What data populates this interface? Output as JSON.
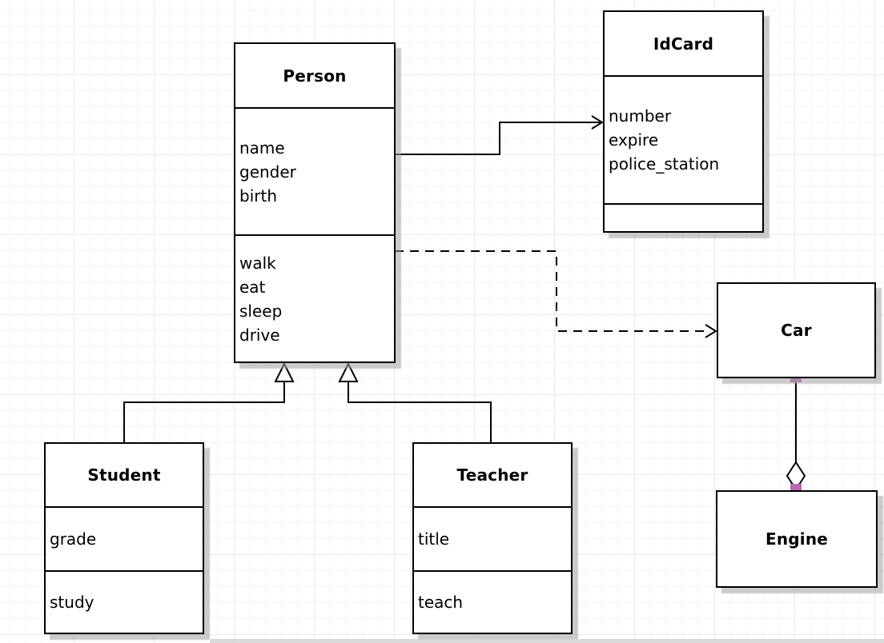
{
  "diagram_type": "uml-class-diagram",
  "classes": {
    "person": {
      "name": "Person",
      "attributes": [
        "name",
        "gender",
        "birth"
      ],
      "methods": [
        "walk",
        "eat",
        "sleep",
        "drive"
      ]
    },
    "idcard": {
      "name": "IdCard",
      "attributes": [
        "number",
        "expire",
        "police_station"
      ],
      "methods": []
    },
    "car": {
      "name": "Car",
      "attributes": [],
      "methods": []
    },
    "engine": {
      "name": "Engine",
      "attributes": [],
      "methods": []
    },
    "student": {
      "name": "Student",
      "attributes": [
        "grade"
      ],
      "methods": [
        "study"
      ]
    },
    "teacher": {
      "name": "Teacher",
      "attributes": [
        "title"
      ],
      "methods": [
        "teach"
      ]
    }
  },
  "relationships": [
    {
      "from": "Person",
      "to": "IdCard",
      "type": "association",
      "line": "solid",
      "arrow": "open-arrowhead"
    },
    {
      "from": "Person",
      "to": "Car",
      "type": "dependency",
      "line": "dashed",
      "arrow": "open-arrowhead"
    },
    {
      "from": "Student",
      "to": "Person",
      "type": "generalization",
      "line": "solid",
      "arrow": "hollow-triangle"
    },
    {
      "from": "Teacher",
      "to": "Person",
      "type": "generalization",
      "line": "solid",
      "arrow": "hollow-triangle"
    },
    {
      "from": "Car",
      "to": "Engine",
      "type": "aggregation",
      "line": "solid",
      "arrow": "hollow-diamond"
    }
  ],
  "colors": {
    "line": "#000000",
    "box_fill": "#ffffff",
    "box_shadow": "#c9c9c9",
    "connection_point": "#b768b2",
    "grid_minor": "#f4f4f7",
    "grid_major": "#ebebf0"
  }
}
